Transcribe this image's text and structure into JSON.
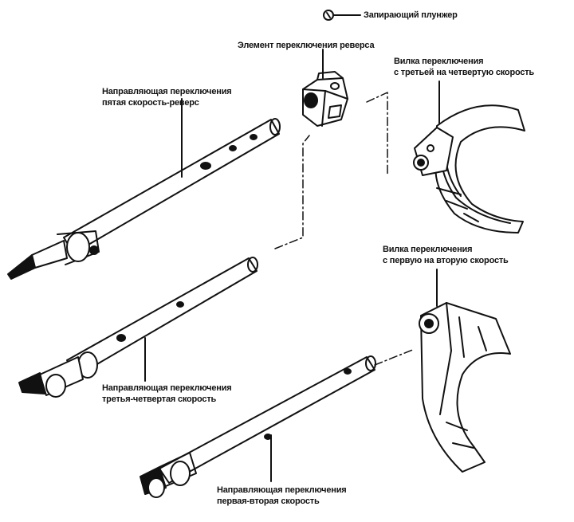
{
  "labels": {
    "locking_plunger": [
      "Запирающий плунжер"
    ],
    "reverse_element": [
      "Элемент переключения реверса"
    ],
    "fork_34": [
      "Вилка переключения",
      "с третьей на четвертую скорость"
    ],
    "rail_5r": [
      "Направляющая переключения",
      "пятая скорость-реверс"
    ],
    "fork_12": [
      "Вилка переключения",
      "с первую на вторую скорость"
    ],
    "rail_34": [
      "Направляющая переключения",
      "третья-четвертая скорость"
    ],
    "rail_12": [
      "Направляющая переключения",
      "первая-вторая скорость"
    ]
  },
  "colors": {
    "ink": "#111111",
    "paper": "#ffffff"
  }
}
